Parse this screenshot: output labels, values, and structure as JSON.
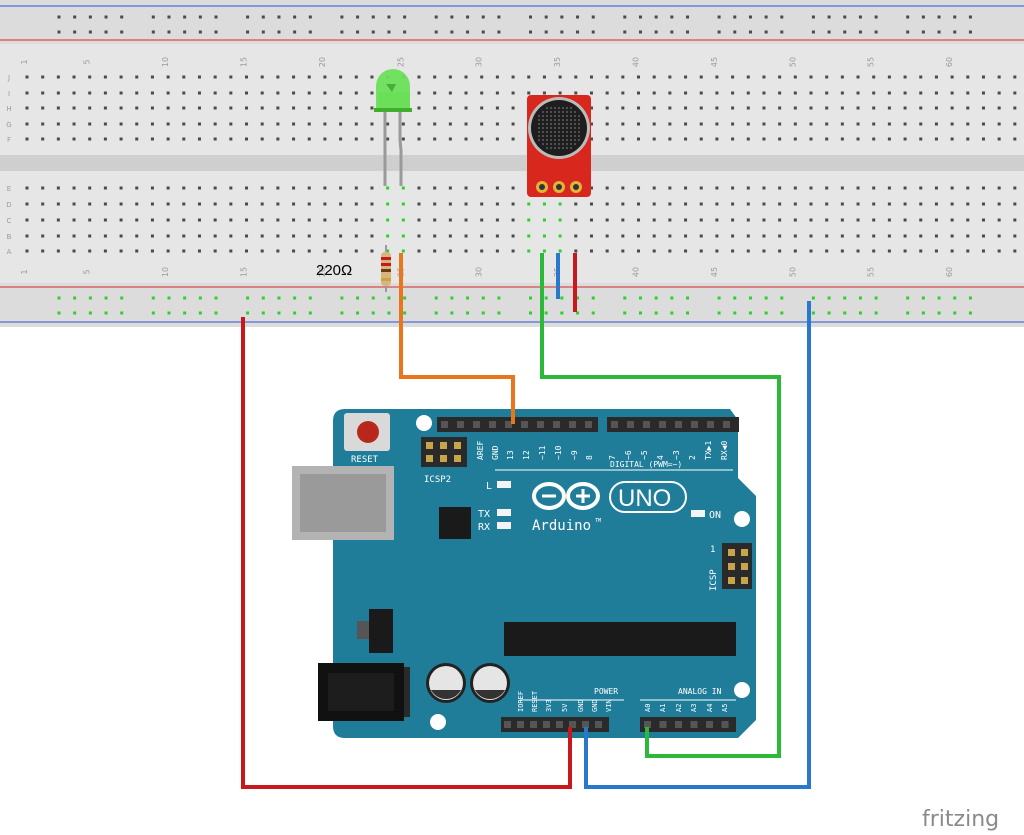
{
  "breadboard": {
    "column_numbers": [
      "1",
      "5",
      "10",
      "15",
      "20",
      "25",
      "30",
      "35",
      "40",
      "45",
      "50",
      "55",
      "60"
    ],
    "row_letters_top": [
      "J",
      "I",
      "H",
      "G",
      "F"
    ],
    "row_letters_bottom": [
      "E",
      "D",
      "C",
      "B",
      "A"
    ]
  },
  "components": {
    "resistor_label": "220Ω",
    "led_color": "#55d13e",
    "microphone_module_color": "#d8281e"
  },
  "arduino": {
    "board_color": "#1f7d9a",
    "reset_label": "RESET",
    "icsp2_label": "ICSP2",
    "icsp_label": "ICSP",
    "icsp_pin1": "1",
    "l_label": "L",
    "tx_label": "TX",
    "rx_label": "RX",
    "on_label": "ON",
    "uno_label": "UNO",
    "logo_text": "Arduino",
    "tm": "TM",
    "digital_label": "DIGITAL (PWM=~)",
    "power_label": "POWER",
    "analog_label": "ANALOG IN",
    "digital_pins": [
      "AREF",
      "GND",
      "13",
      "12",
      "~11",
      "~10",
      "~9",
      "8",
      "7",
      "~6",
      "~5",
      "4",
      "~3",
      "2",
      "TX▶1",
      "RX◀0"
    ],
    "power_pins": [
      "IOREF",
      "RESET",
      "3V3",
      "5V",
      "GND",
      "GND",
      "VIN"
    ],
    "analog_pins": [
      "A0",
      "A1",
      "A2",
      "A3",
      "A4",
      "A5"
    ]
  },
  "wires": {
    "colors": {
      "red": "#c8181c",
      "orange": "#e9761a",
      "green": "#2db83a",
      "blue": "#2a78cc"
    },
    "connections": [
      {
        "color": "red",
        "from": "5V",
        "to": "breadboard power rail (+)"
      },
      {
        "color": "orange",
        "from": "13",
        "to": "resistor / LED"
      },
      {
        "color": "green",
        "from": "A0",
        "to": "microphone module output"
      },
      {
        "color": "blue",
        "from": "GND",
        "to": "breadboard power rail (−)"
      }
    ]
  },
  "watermark": "fritzing"
}
